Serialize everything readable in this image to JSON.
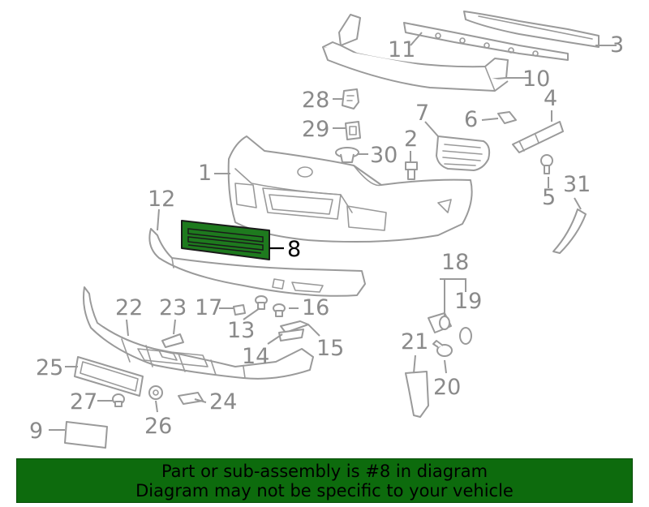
{
  "callouts": {
    "c1": "1",
    "c2": "2",
    "c3": "3",
    "c4": "4",
    "c5": "5",
    "c6": "6",
    "c7": "7",
    "c8": "8",
    "c9": "9",
    "c10": "10",
    "c11": "11",
    "c12": "12",
    "c13": "13",
    "c14": "14",
    "c15": "15",
    "c16": "16",
    "c17": "17",
    "c18": "18",
    "c19": "19",
    "c20": "20",
    "c21": "21",
    "c22": "22",
    "c23": "23",
    "c24": "24",
    "c25": "25",
    "c26": "26",
    "c27": "27",
    "c28": "28",
    "c29": "29",
    "c30": "30",
    "c31": "31"
  },
  "highlight": {
    "part": "8",
    "fill_color": "#1e7a1e"
  },
  "banner": {
    "line1": "Part or sub-assembly is #8 in diagram",
    "line2": "Diagram may not be specific to your vehicle",
    "background_color": "#0d6b0d"
  }
}
